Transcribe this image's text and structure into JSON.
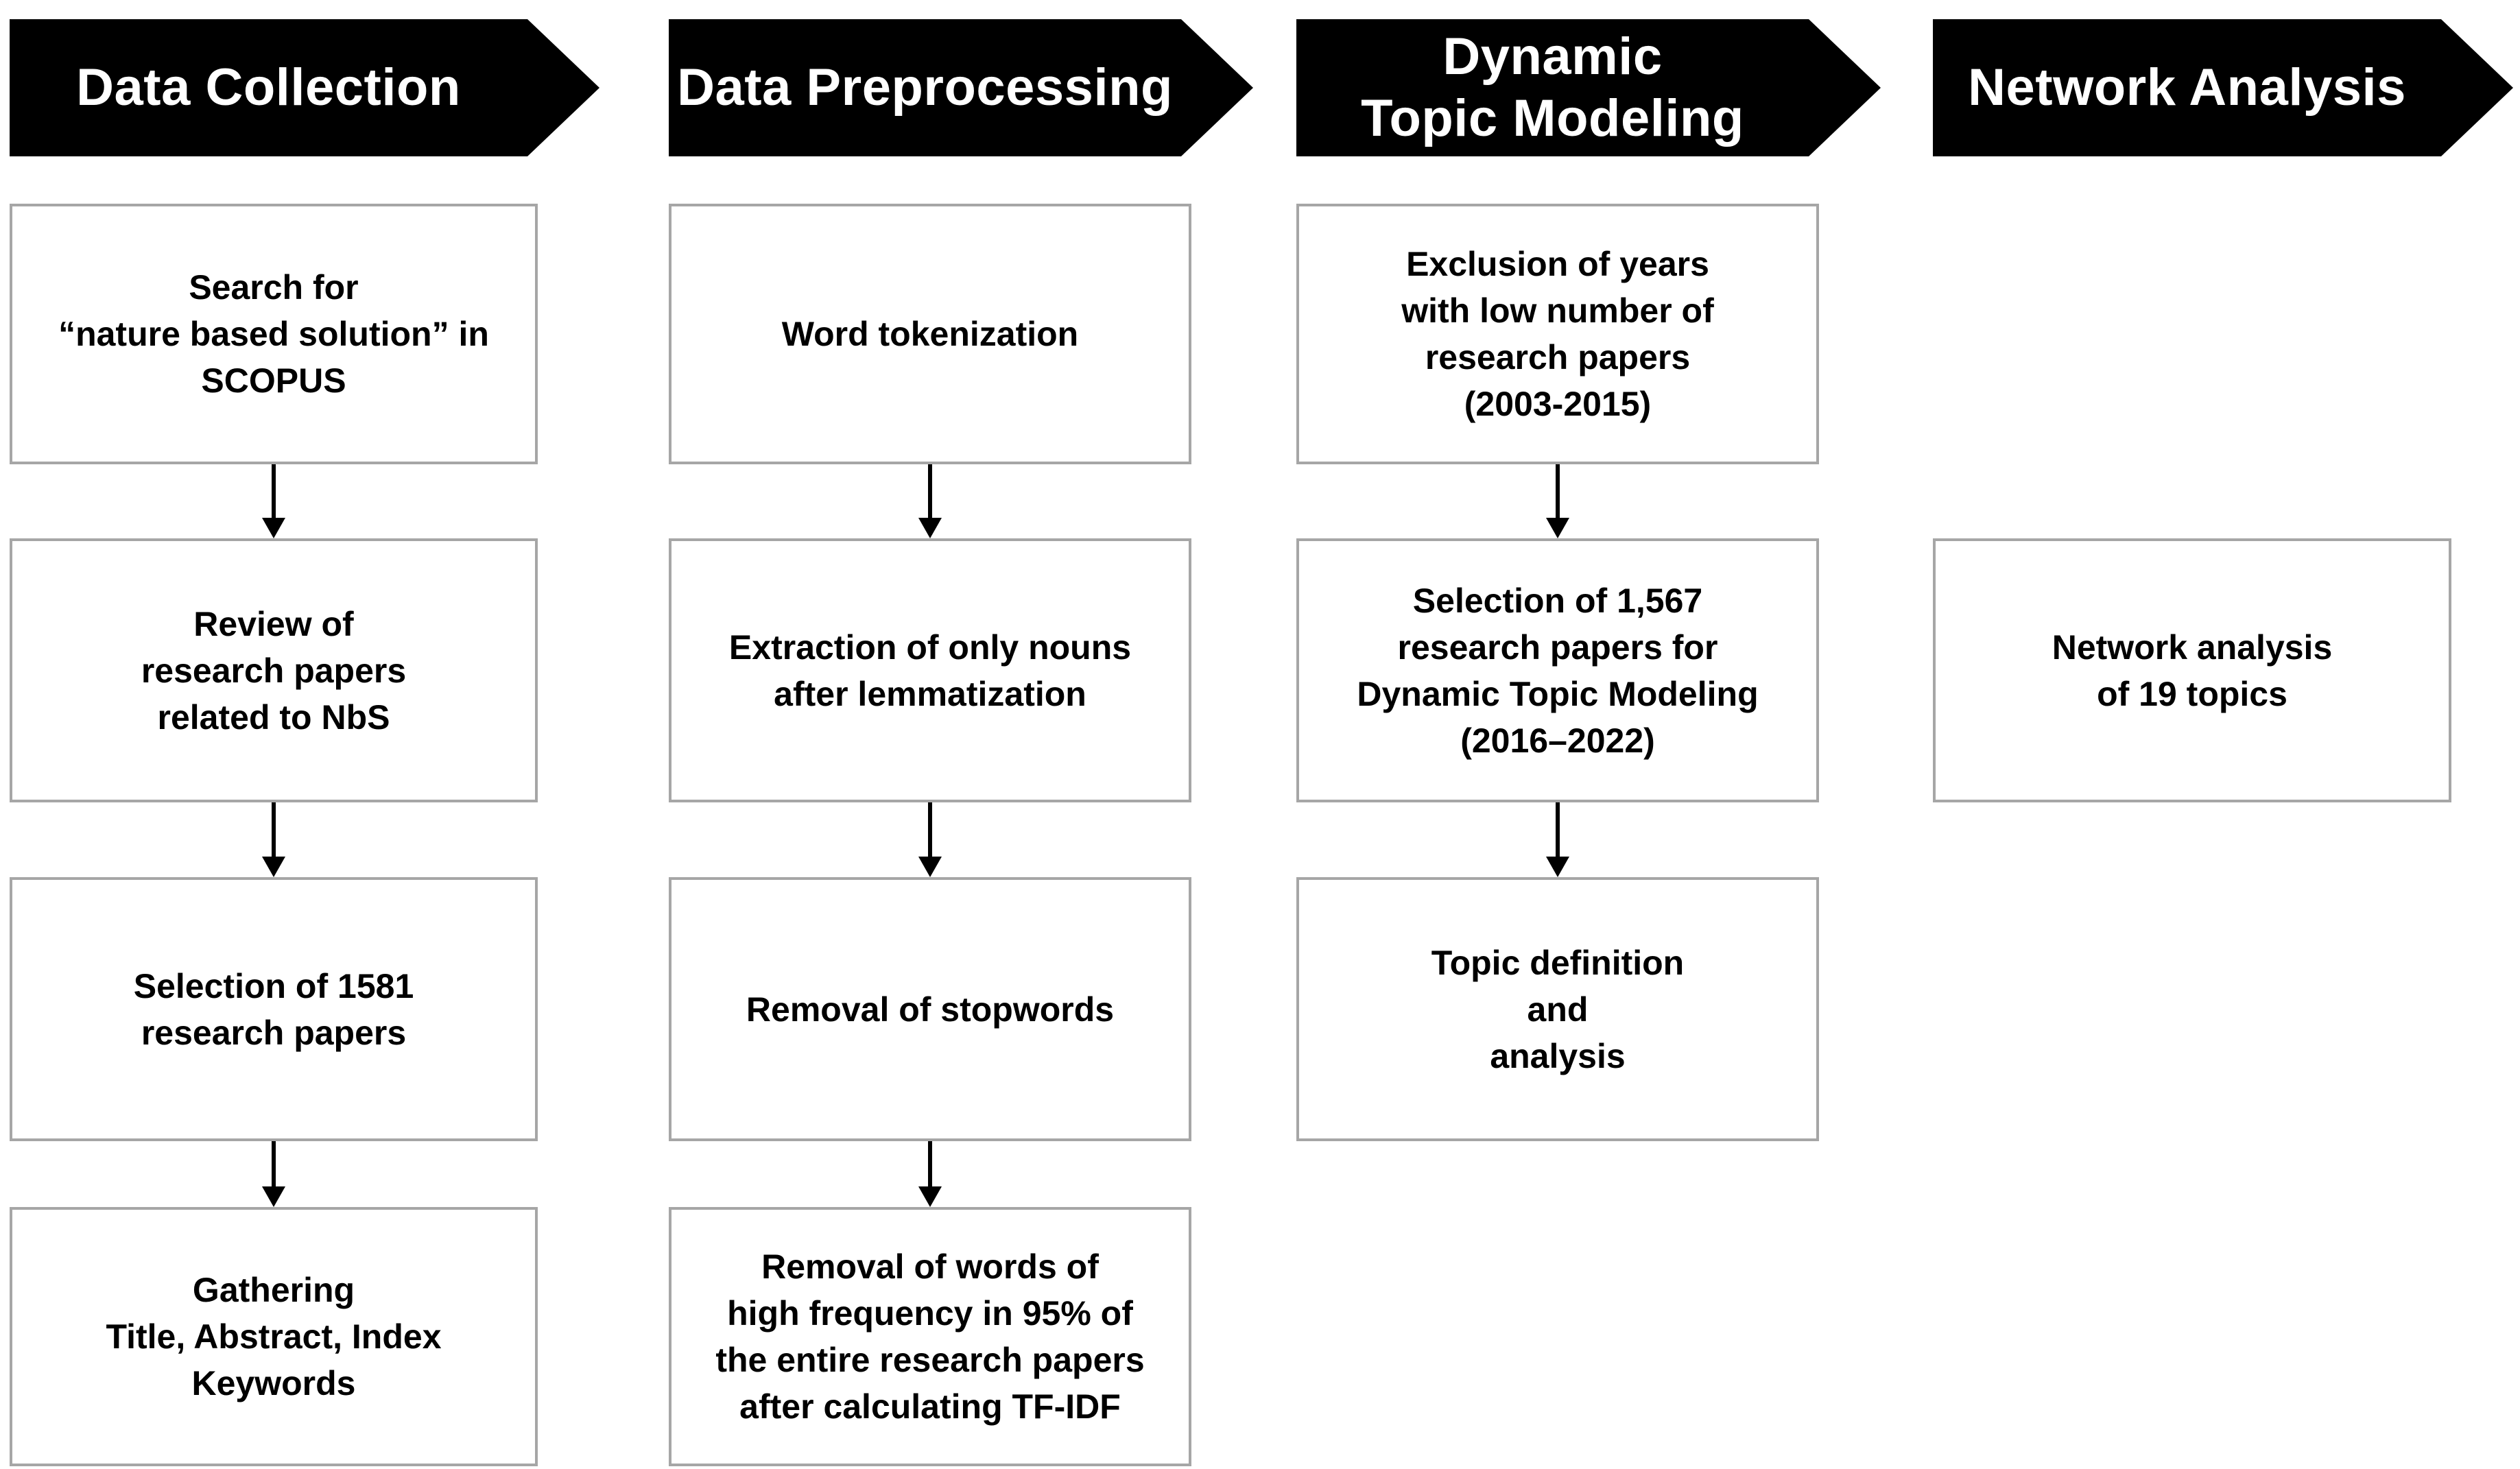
{
  "diagram_title": "Research methodology flowchart",
  "colors": {
    "header_bg": "#000000",
    "header_text": "#ffffff",
    "box_border": "#a6a6a6",
    "box_text": "#000000",
    "arrow": "#000000",
    "background": "#ffffff"
  },
  "columns": [
    {
      "header": "Data Collection",
      "boxes": [
        "Search for\n“nature based solution” in\nSCOPUS",
        "Review of\nresearch papers\nrelated to NbS",
        "Selection of 1581\nresearch papers",
        "Gathering\nTitle, Abstract, Index\nKeywords"
      ]
    },
    {
      "header": "Data Preprocessing",
      "boxes": [
        "Word tokenization",
        "Extraction of only nouns\nafter lemmatization",
        "Removal of stopwords",
        "Removal of words of\nhigh frequency in 95% of\nthe entire research papers\nafter calculating TF-IDF"
      ]
    },
    {
      "header": "Dynamic\nTopic Modeling",
      "boxes": [
        "Exclusion of years\nwith low number of\nresearch papers\n(2003-2015)",
        "Selection of 1,567\nresearch papers for\nDynamic Topic Modeling\n(2016–2022)",
        "Topic definition\nand\nanalysis"
      ]
    },
    {
      "header": "Network Analysis",
      "boxes": [
        "Network analysis\nof 19 topics"
      ]
    }
  ]
}
